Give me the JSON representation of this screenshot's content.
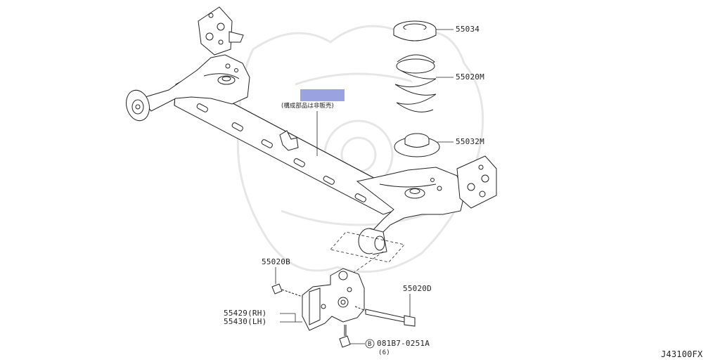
{
  "diagram": {
    "callouts": {
      "c55034": "55034",
      "c55020M": "55020M",
      "c55032M": "55032M",
      "c55020B": "55020B",
      "c55020D": "55020D",
      "c55429": "55429(RH)",
      "c55430": "55430(LH)",
      "bolt_marker": "B",
      "bolt_code": "081B7-0251A",
      "bolt_qty": "(6)"
    },
    "note_jp": "(構成部品は非販売)",
    "figure_code": "J43100FX",
    "colors": {
      "line": "#222222",
      "highlight": "#9aa3e0",
      "watermark": "#e8e8e8"
    }
  }
}
